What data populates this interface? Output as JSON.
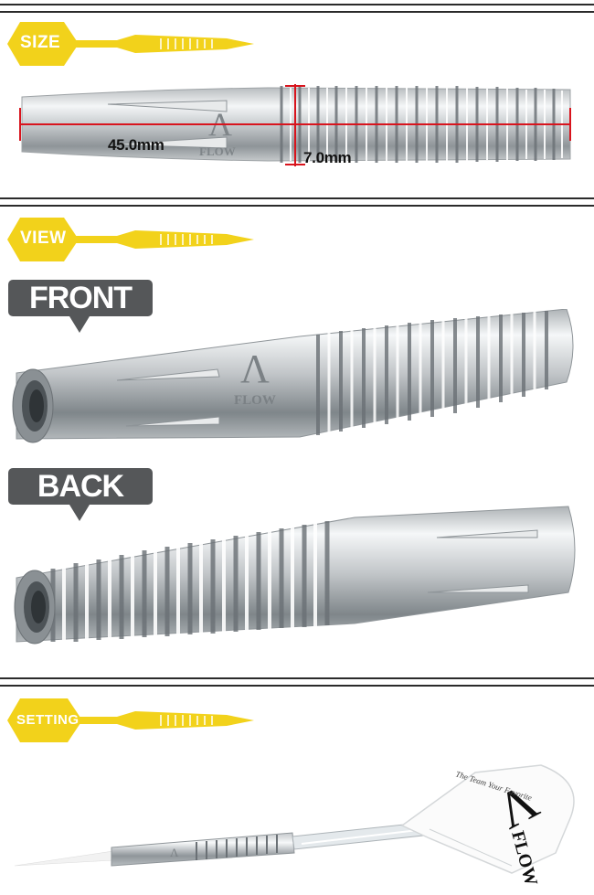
{
  "sections": {
    "size": {
      "label": "SIZE"
    },
    "view": {
      "label": "VIEW"
    },
    "setting": {
      "label": "SETTING"
    }
  },
  "dimensions": {
    "length": "45.0mm",
    "diameter": "7.0mm"
  },
  "views": {
    "front": "FRONT",
    "back": "BACK"
  },
  "brand": {
    "logo_text": "FLOW",
    "flight_tagline": "The Team Your Favorite"
  },
  "colors": {
    "accent_yellow": "#f2d21b",
    "callout_gray": "#555759",
    "dimension_red": "#d8141d",
    "rule_dark": "#2b2b2b"
  }
}
